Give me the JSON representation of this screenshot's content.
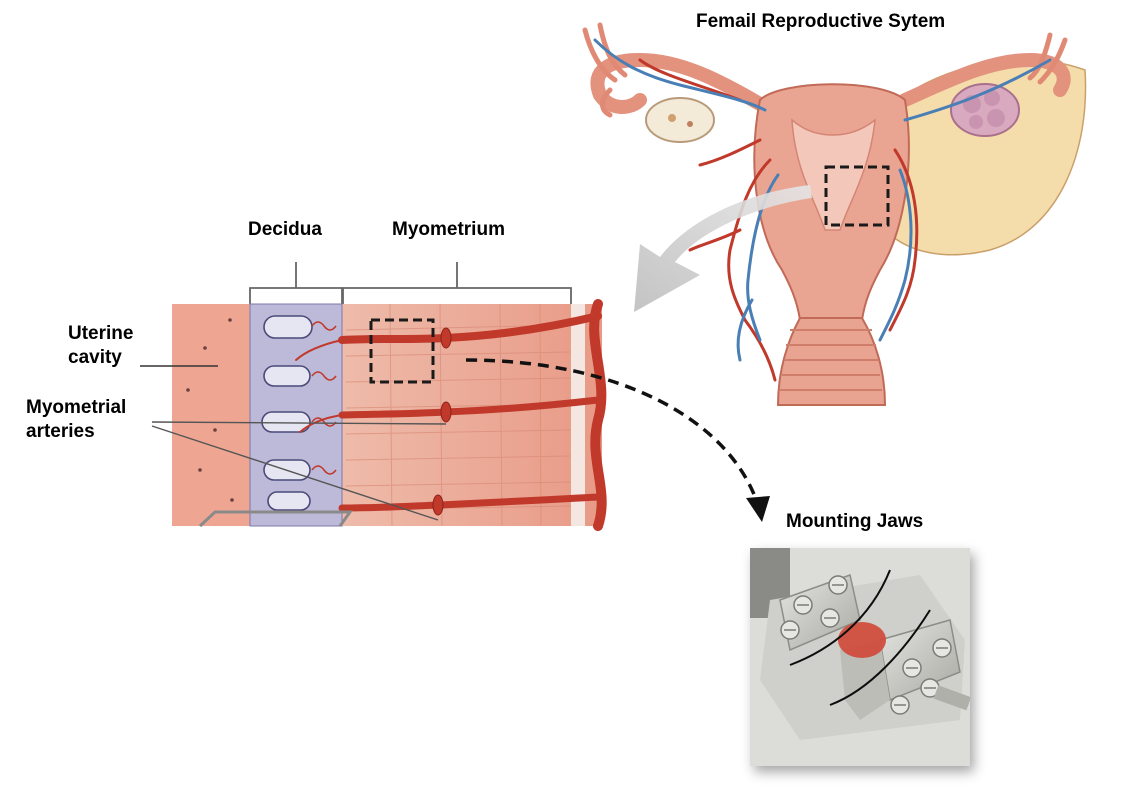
{
  "title": "Femail Reproductive Sytem",
  "labels": {
    "decidua": "Decidua",
    "myometrium": "Myometrium",
    "uterine_cavity_line1": "Uterine",
    "uterine_cavity_line2": "cavity",
    "myometrial_arteries_line1": "Myometrial",
    "myometrial_arteries_line2": "arteries",
    "mounting_jaws": "Mounting Jaws"
  },
  "colors": {
    "tissue": "#e8a38f",
    "tissue_light": "#f2c0b0",
    "decidua": "#b9b8d8",
    "artery": "#c0392b",
    "vein": "#4a7fb5",
    "ligament": "#f2dca8",
    "arrow": "#c8c8c8",
    "steel": "#c9c9c4"
  }
}
